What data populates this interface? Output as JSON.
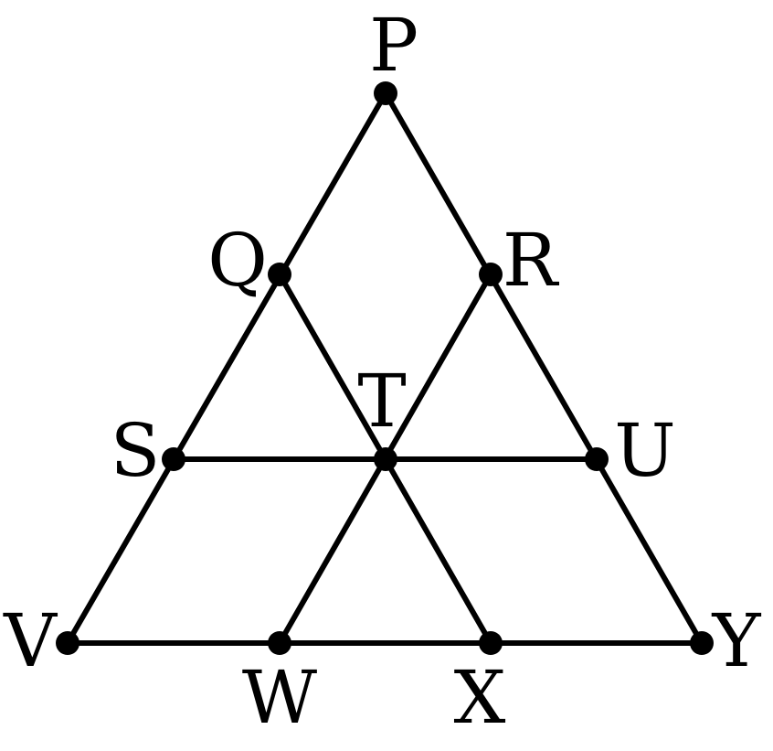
{
  "diagram": {
    "points": {
      "P": "P",
      "Q": "Q",
      "R": "R",
      "S": "S",
      "T": "T",
      "U": "U",
      "V": "V",
      "W": "W",
      "X": "X",
      "Y": "Y"
    },
    "segments": [
      [
        "P",
        "V"
      ],
      [
        "P",
        "Y"
      ],
      [
        "V",
        "Y"
      ],
      [
        "S",
        "U"
      ],
      [
        "Q",
        "X"
      ],
      [
        "R",
        "W"
      ]
    ],
    "colors": {
      "line": "#000000",
      "background": "#ffffff"
    }
  }
}
